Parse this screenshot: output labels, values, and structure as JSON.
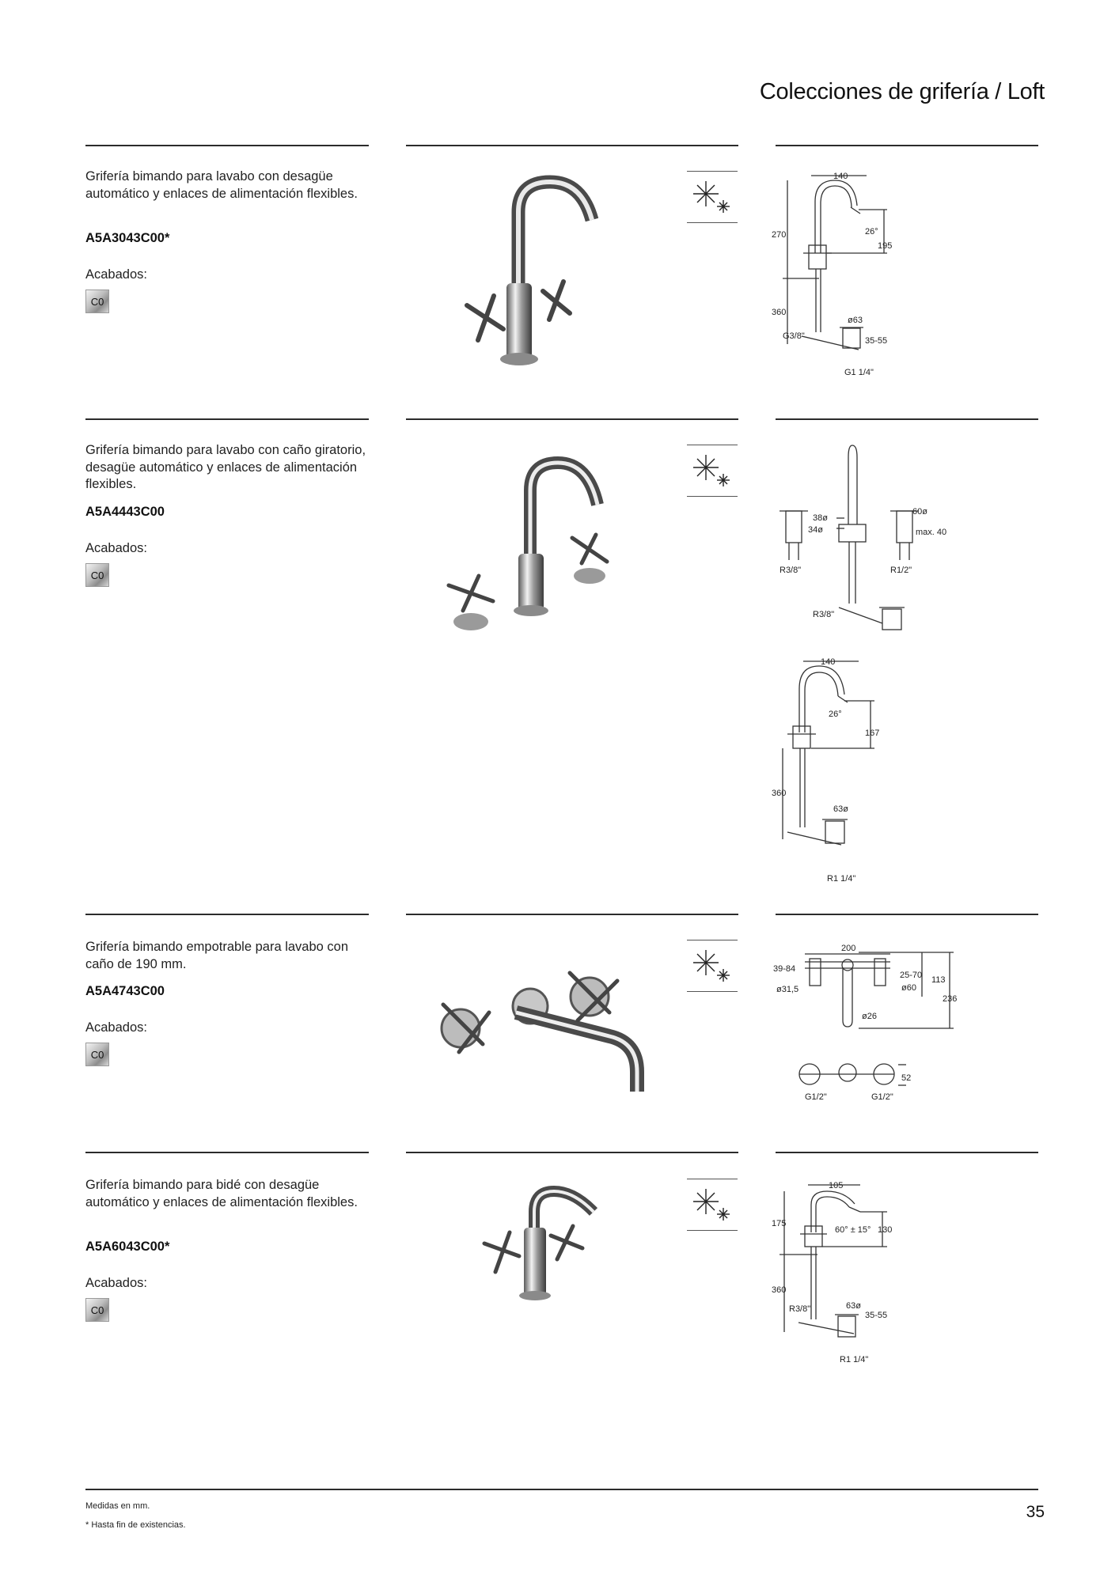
{
  "page": {
    "title": "Colecciones de grifería / Loft",
    "page_number": "35"
  },
  "finishes_label": "Acabados:",
  "products": [
    {
      "description": "Grifería bimando para lavabo con desagüe automático y enlaces de alimentación flexibles.",
      "code": "A5A3043C00*",
      "finish": "C0",
      "dimensions": [
        "140",
        "270",
        "26°",
        "195",
        "360",
        "ø63",
        "35-55",
        "G3/8\"",
        "G1 1/4\""
      ]
    },
    {
      "description": "Grifería bimando para lavabo con caño giratorio, desagüe automático y enlaces de alimentación flexibles.",
      "code": "A5A4443C00",
      "finish": "C0",
      "dimensions": [
        "38ø",
        "34ø",
        "60ø",
        "max. 40",
        "R3/8\"",
        "R1/2\"",
        "R3/8\"",
        "140",
        "26°",
        "167",
        "360",
        "63ø",
        "R1 1/4\""
      ]
    },
    {
      "description": "Grifería bimando empotrable para lavabo con caño de 190 mm.",
      "code": "A5A4743C00",
      "finish": "C0",
      "dimensions": [
        "200",
        "39-84",
        "ø31,5",
        "25-70",
        "ø60",
        "113",
        "236",
        "ø26",
        "52",
        "G1/2\"",
        "G1/2\""
      ]
    },
    {
      "description": "Grifería bimando para bidé con desagüe automático y enlaces de alimentación flexibles.",
      "code": "A5A6043C00*",
      "finish": "C0",
      "dimensions": [
        "105",
        "175",
        "60° ± 15°",
        "130",
        "360",
        "63ø",
        "35-55",
        "R3/8\"",
        "R1 1/4\""
      ]
    }
  ],
  "footer": {
    "note_units": "Medidas en mm.",
    "note_stock": "* Hasta fin de existencias."
  }
}
